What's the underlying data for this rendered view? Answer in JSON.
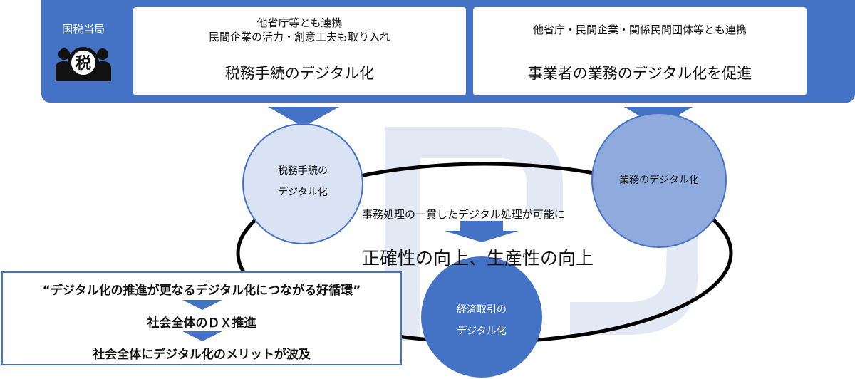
{
  "banner": {
    "authority": "国税当局",
    "icon": "tax-office-people-icon",
    "icon_text": "税",
    "left_panel": {
      "sub_line1": "他省庁等とも連携",
      "sub_line2": "民間企業の活力・創意工夫も取り入れ",
      "main": "税務手続のデジタル化"
    },
    "right_panel": {
      "sub": "他省庁・民間企業・関係民間団体等とも連携",
      "main": "事業者の業務のデジタル化を促進"
    }
  },
  "circles": {
    "tax_procedures_line1": "税務手続の",
    "tax_procedures_line2": "デジタル化",
    "business": "業務のデジタル化",
    "transactions_line1": "経済取引の",
    "transactions_line2": "デジタル化"
  },
  "center": {
    "process": "事務処理の一貫したデジタル処理が可能に",
    "improvement": "正確性の向上、生産性の向上"
  },
  "cycle_box": {
    "title": "“デジタル化の推進が更なるデジタル化につながる好循環”",
    "step1": "社会全体のＤＸ推進",
    "step2": "社会全体にデジタル化のメリットが波及"
  },
  "colors": {
    "banner": "#4472c4",
    "circle_light": "#dae3f3",
    "circle_mid": "#8faadc",
    "circle_dark": "#4472c4",
    "watermark": "#dde5f2"
  }
}
